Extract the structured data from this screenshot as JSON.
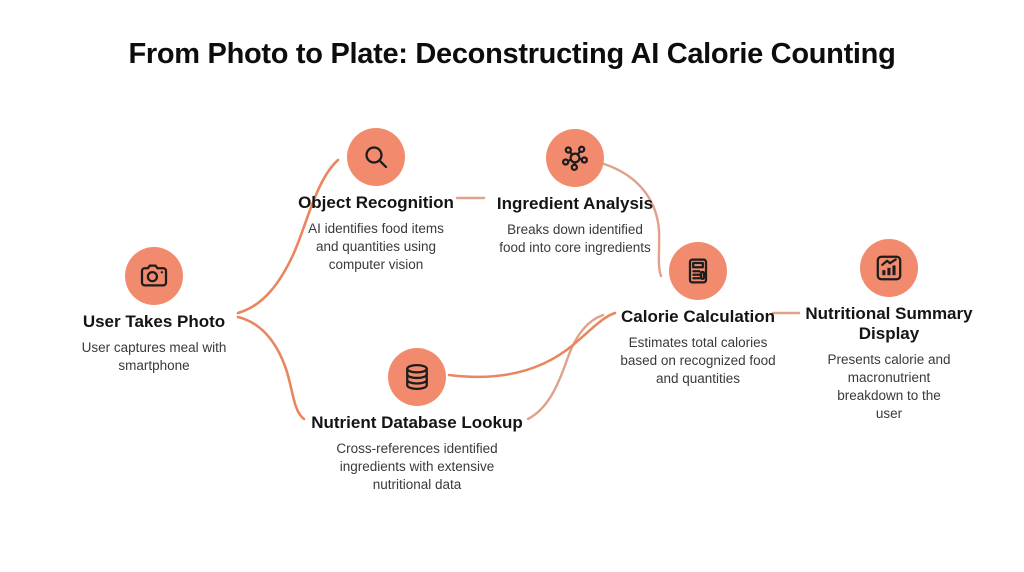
{
  "page": {
    "title": "From Photo to Plate: Deconstructing AI Calorie Counting",
    "background": "#ffffff"
  },
  "colors": {
    "accent": "#F28B6D",
    "arrow_dark": "#E8875F",
    "arrow_light": "#E0A28B",
    "title_text": "#0d0d0d",
    "body_text": "#3a3a3a"
  },
  "nodes": [
    {
      "id": "user-takes-photo",
      "icon": "camera-icon",
      "title": "User Takes Photo",
      "description": "User captures meal with smartphone"
    },
    {
      "id": "object-recognition",
      "icon": "magnifier-icon",
      "title": "Object Recognition",
      "description": "AI identifies food items and quantities using computer vision"
    },
    {
      "id": "ingredient-analysis",
      "icon": "molecule-icon",
      "title": "Ingredient Analysis",
      "description": "Breaks down identified food into core ingredients"
    },
    {
      "id": "nutrient-database-lookup",
      "icon": "database-icon",
      "title": "Nutrient Database Lookup",
      "description": "Cross-references identified ingredients with extensive nutritional data"
    },
    {
      "id": "calorie-calculation",
      "icon": "calculator-icon",
      "title": "Calorie Calculation",
      "description": "Estimates total calories based on recognized food and quantities"
    },
    {
      "id": "nutritional-summary-display",
      "icon": "bar-chart-icon",
      "title": "Nutritional Summary Display",
      "description": "Presents calorie and macronutrient breakdown to the user"
    }
  ],
  "edges": [
    {
      "from": "User Takes Photo",
      "to": "Object Recognition"
    },
    {
      "from": "User Takes Photo",
      "to": "Nutrient Database Lookup"
    },
    {
      "from": "Object Recognition",
      "to": "Ingredient Analysis"
    },
    {
      "from": "Ingredient Analysis",
      "to": "Calorie Calculation"
    },
    {
      "from": "Nutrient Database Lookup",
      "to": "Calorie Calculation"
    },
    {
      "from": "Calorie Calculation",
      "to": "Nutritional Summary Display"
    }
  ]
}
